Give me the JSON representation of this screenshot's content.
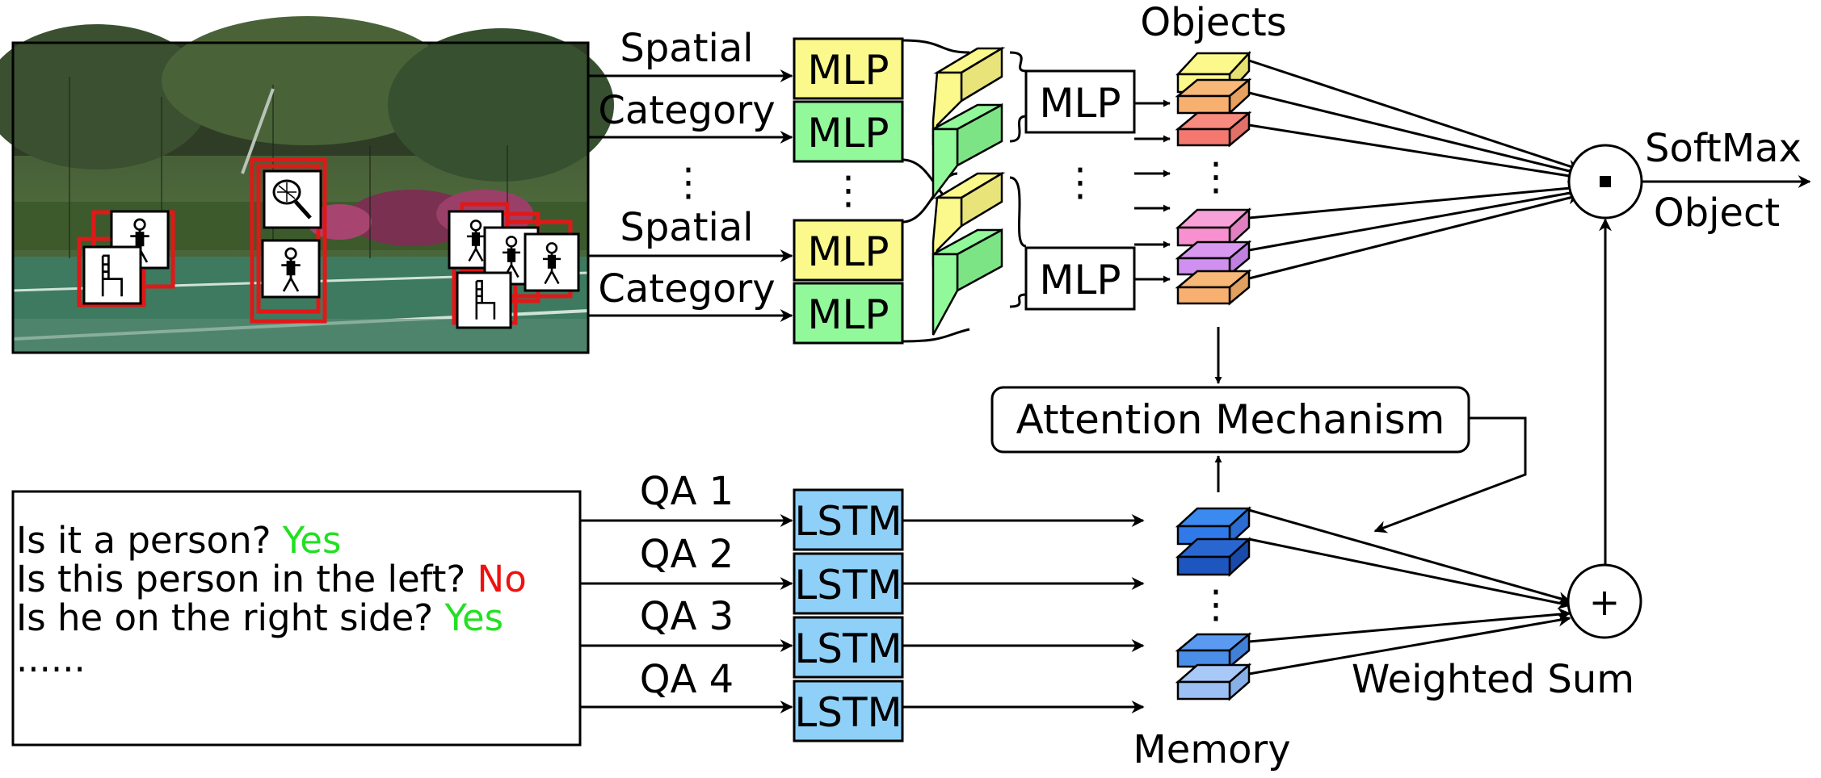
{
  "scene": {
    "input_labels_top": [
      "Spatial",
      "Category"
    ],
    "input_labels_bottom": [
      "Spatial",
      "Category"
    ],
    "dots": "⋮"
  },
  "modules": {
    "mlp": "MLP",
    "lstm": "LSTM",
    "attention": "Attention Mechanism"
  },
  "labels": {
    "objects": "Objects",
    "memory": "Memory",
    "softmax": "SoftMax",
    "object": "Object",
    "weighted_sum": "Weighted Sum",
    "dot_op": "·",
    "sum_op": "+"
  },
  "dialogue": {
    "lines": [
      {
        "q": "Is it a person? ",
        "a": "Yes"
      },
      {
        "q": "Is this person in the left? ",
        "a": "No"
      },
      {
        "q": "Is he on the right side? ",
        "a": "Yes"
      }
    ],
    "ellipsis": "......",
    "qa_labels": [
      "QA 1",
      "QA 2",
      "QA 3",
      "QA 4"
    ]
  },
  "colors": {
    "mlp_yellow": "#fcf98c",
    "mlp_green": "#92f99b",
    "lstm_blue": "#8fd0f8",
    "answer_yes": "#22e022",
    "answer_no": "#ee1111",
    "bbox_red": "#e01818"
  },
  "icons": [
    "person-icon",
    "chair-icon",
    "tennis-racket-icon"
  ]
}
